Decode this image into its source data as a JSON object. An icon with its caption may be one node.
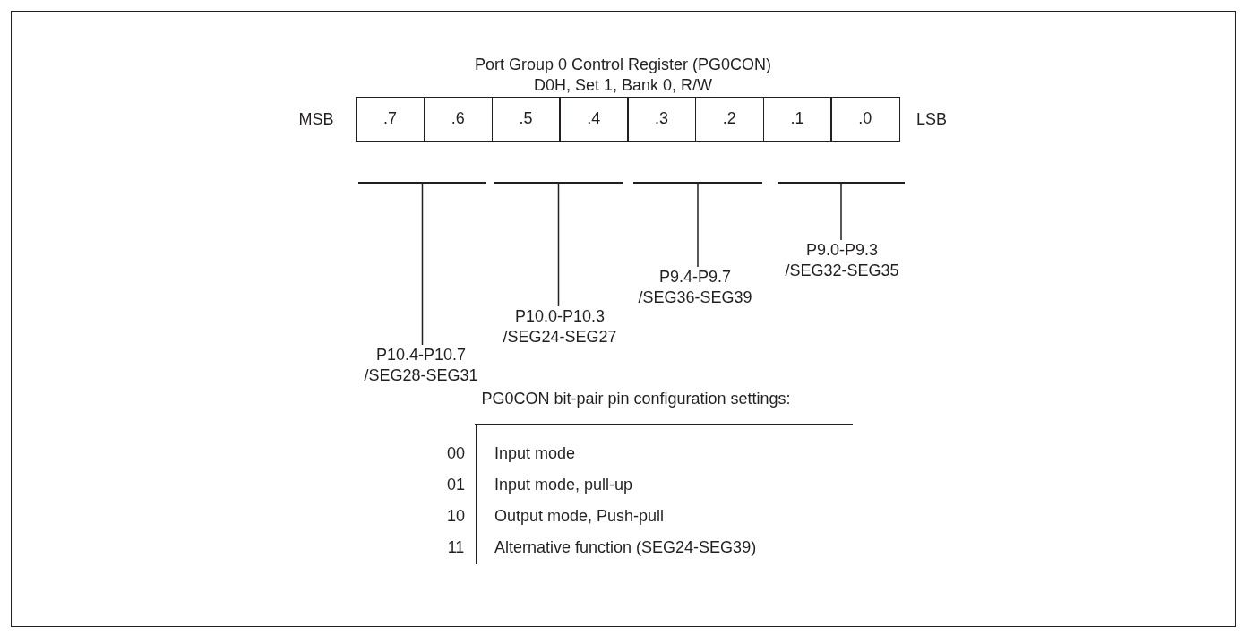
{
  "diagram": {
    "title": "Port Group 0 Control Register (PG0CON)",
    "nodes": [
      {
        "text": [
          ".7"
        ]
      },
      {
        "text": [
          ".6"
        ]
      },
      {
        "text": [
          ".5"
        ]
      },
      {
        "text": [
          ".4"
        ]
      },
      {
        "text": [
          ".3"
        ]
      },
      {
        "text": [
          ".2"
        ]
      },
      {
        "text": [
          ".1"
        ]
      },
      {
        "text": [
          ".0"
        ]
      },
      {
        "text": [],
        "shape": "bar"
      },
      {
        "text": [],
        "shape": "bar"
      },
      {
        "text": [],
        "shape": "bar"
      },
      {
        "text": [],
        "shape": "bar"
      },
      {
        "text": [
          "P9.0-P9.3 /SEG32-SEG35"
        ]
      },
      {
        "text": [
          "P9.4-P9.7 /SEG36-SEG39"
        ]
      },
      {
        "text": [
          "P10.0-P10.3 /SEG24-SEG27"
        ]
      },
      {
        "text": [
          "P10.4-P10.7 /SEG28-SEG31"
        ]
      }
    ],
    "edges": [
      {
        "from": 15,
        "to": 8,
        "arrow": "none"
      },
      {
        "from": 14,
        "to": 9,
        "arrow": "none"
      },
      {
        "from": 13,
        "to": 10,
        "arrow": "none"
      },
      {
        "from": 12,
        "to": 11,
        "arrow": "none"
      }
    ],
    "labels": [
      "D0H, Set 1, Bank 0, R/W",
      "MSB",
      "LSB",
      "PG0CON bit-pair pin configuration settings:",
      "00",
      "Input mode",
      "01",
      "Input mode, pull-up",
      "10",
      "Output mode, Push-pull",
      "11",
      "Alternative function (SEG24-SEG39)"
    ]
  }
}
